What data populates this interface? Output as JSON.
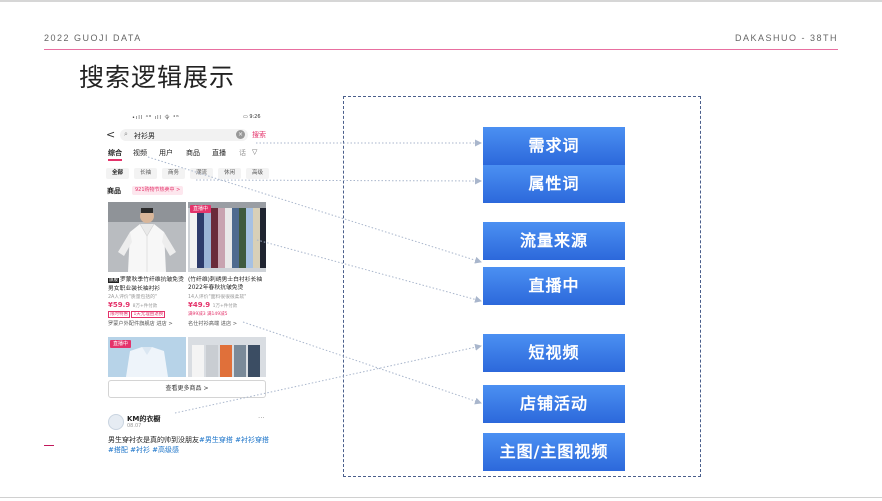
{
  "header": {
    "left": "2022  GUOJI DATA",
    "right": "DAKASHUO - 38TH",
    "title": "搜索逻辑展示"
  },
  "phone": {
    "status_left": "•ıll ⁴ᴳ ıll 令 ⁴ᴳ",
    "status_right": "▭ 9:26",
    "back": "<",
    "search_query": "衬衫男",
    "search_button": "搜索",
    "tabs": [
      "综合",
      "视频",
      "用户",
      "商品",
      "直播",
      "话",
      "▽"
    ],
    "chips": [
      "全部",
      "长袖",
      "商务",
      "潮流",
      "休闲",
      "高级"
    ],
    "section_title": "商品",
    "section_badge": "921购物节热卖中 >",
    "products": [
      {
        "badge": "旗舰",
        "title": "罗蒙秋季竹纤维抗皱免烫男女职业装长袖衬衫",
        "meta": "2A人评价\"质量包括的\"",
        "price": "¥59.9",
        "sold": "8万+件付款",
        "promo1": "限时特惠",
        "promo2": "1天无理由退换",
        "shop": "罗蒙户外配件旗舰店  进店 >"
      },
      {
        "badge": "直播中",
        "title": "(竹纤维)刺绣男士白衬衫长袖2022年春秋抗皱免烫",
        "meta": "14人评价\"面料很很很柔软\"",
        "price": "¥49.9",
        "sold": "1万+件付款",
        "promo1": "满99减3",
        "promo2": "满149减5",
        "shop": "名仕衬衫高端  进店 >"
      }
    ],
    "thumb_live": "直播中",
    "more_button": "查看更多商品 >",
    "author": {
      "name": "KM的衣橱",
      "date": "08.07",
      "more": "···"
    },
    "caption_text": "男生穿衬衣是真的帅到没朋友",
    "caption_tags": "#男生穿搭 #衬衫穿搭 #搭配 #衬衫 #高级感"
  },
  "keywords": [
    "需求词",
    "属性词",
    "流量来源",
    "直播中",
    "短视频",
    "店铺活动",
    "主图/主图视频"
  ]
}
